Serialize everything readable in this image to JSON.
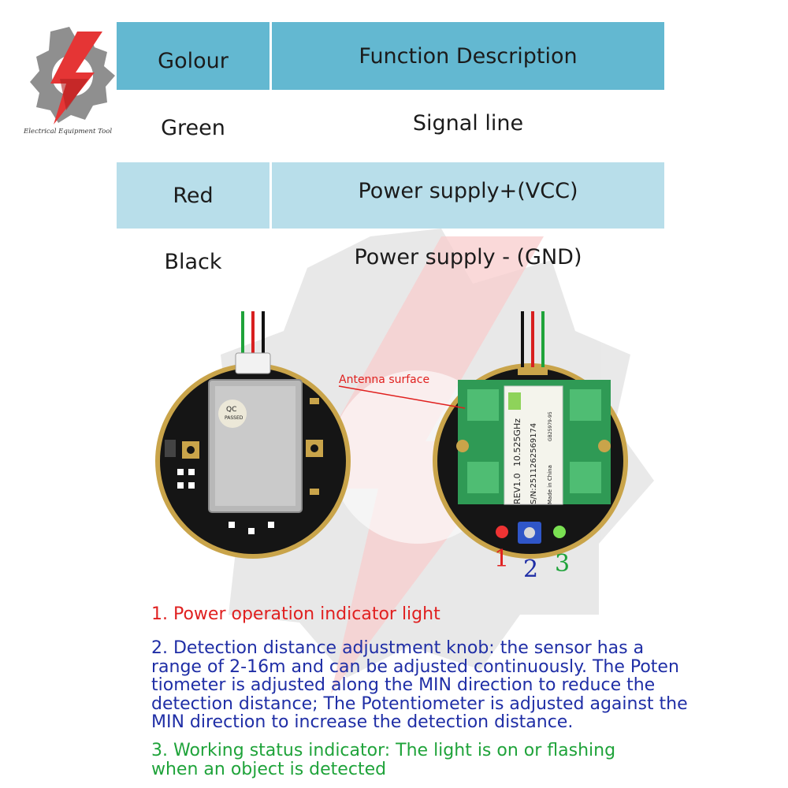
{
  "logo": {
    "caption": "Electrical Equipment Tool",
    "icon": "gear-logo"
  },
  "table": {
    "headers": [
      "Golour",
      "Function Description"
    ],
    "rows": [
      {
        "colour": "Green",
        "function": "Signal line"
      },
      {
        "colour": "Red",
        "function": "Power supply+(VCC)"
      },
      {
        "colour": "Black",
        "function": "Power supply - (GND)"
      }
    ],
    "colors": {
      "header": "#63b8d1",
      "alt_row": "#b8deea"
    }
  },
  "boards": {
    "left_shield_stamp": [
      "QC",
      "PASSED"
    ],
    "antenna_label": "Antenna surface",
    "module_text": [
      "REV1.0",
      "10.525GHz",
      "S/N:2511262569174",
      "GB25979-95",
      "Made in China"
    ],
    "indicator_numbers": [
      "1",
      "2",
      "3"
    ]
  },
  "notes": [
    {
      "text": "1. Power operation indicator light",
      "color": "#e02020"
    },
    {
      "text": "2. Detection distance adjustment knob: the sensor has a\nrange of 2-16m and can be adjusted continuously. The Poten\ntiometer is adjusted along the MIN direction to reduce the\ndetection distance; The Potentiometer is adjusted against the\nMIN direction to increase the detection distance.",
      "color": "#1f2ea6"
    },
    {
      "text": "3. Working status indicator: The light is on or flashing\nwhen an object is detected",
      "color": "#1fa33a"
    }
  ]
}
